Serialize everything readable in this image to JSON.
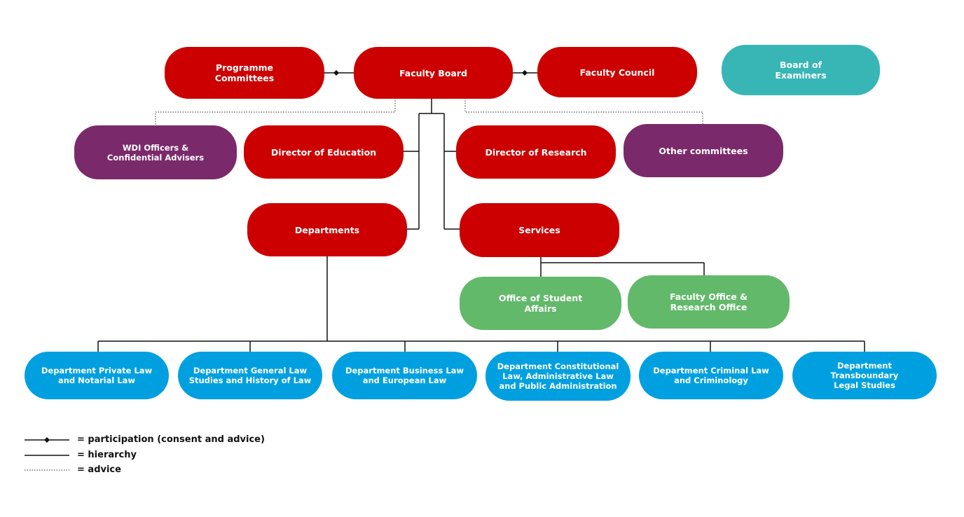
{
  "nodes": {
    "programme_committees": "Programme\nCommittees",
    "faculty_board": "Faculty Board",
    "faculty_council": "Faculty Council",
    "board_of_examiners": "Board of\nExaminers",
    "wdi_officers": "WDI Officers &\nConfidential Advisers",
    "director_education": "Director of Education",
    "director_research": "Director of Research",
    "other_committees": "Other committees",
    "departments": "Departments",
    "services": "Services",
    "office_student_affairs": "Office of Student\nAffairs",
    "faculty_office": "Faculty Office &\nResearch Office",
    "dept_private_law": "Department Private Law\nand Notarial Law",
    "dept_general_law": "Department General Law\nStudies and History of Law",
    "dept_business_law": "Department Business Law\nand European Law",
    "dept_constitutional": "Department Constitutional\nLaw, Administrative Law\nand Public Administration",
    "dept_criminal_law": "Department Criminal Law\nand Criminology",
    "dept_transboundary": "Department Transboundary\nLegal Studies"
  },
  "legend": {
    "participation": "= participation (consent and advice)",
    "hierarchy": "= hierarchy",
    "advice": "= advice"
  },
  "colors": {
    "red": "#cc0000",
    "teal": "#38b6b6",
    "purple": "#7a2a6a",
    "green": "#62b96a",
    "blue": "#00a0e0"
  }
}
